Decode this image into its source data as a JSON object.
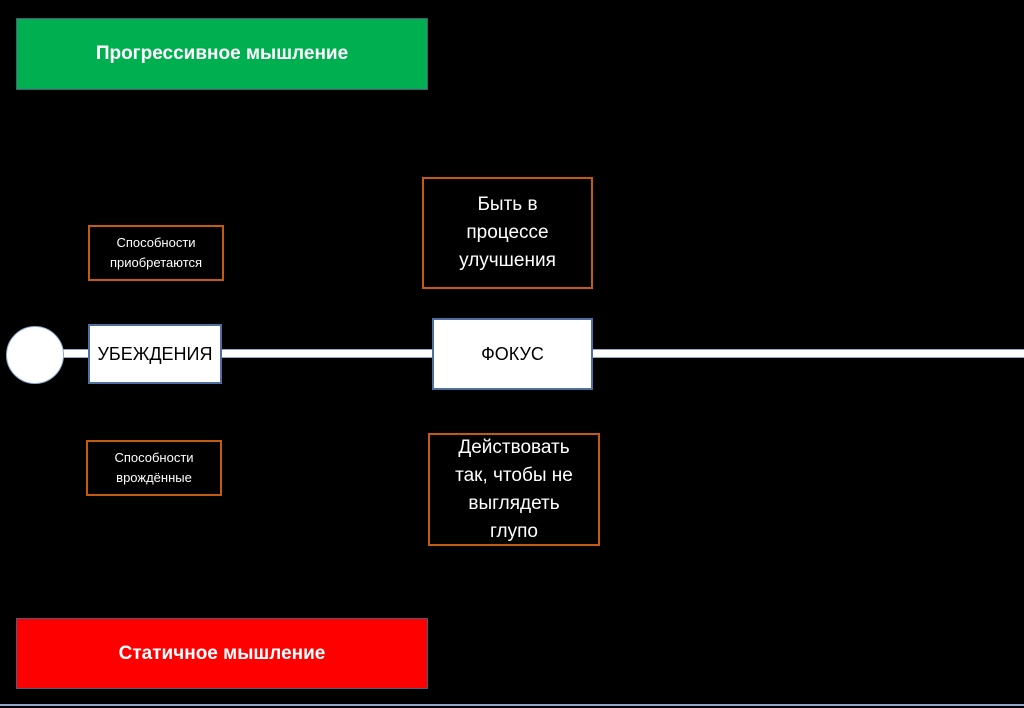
{
  "top_banner": {
    "label": "Прогрессивное мышление",
    "color": "#00b050"
  },
  "bottom_banner": {
    "label": "Статичное мышление",
    "color": "#ff0000"
  },
  "timeline": {
    "beliefs": "УБЕЖДЕНИЯ",
    "focus": "ФОКУС"
  },
  "notes": {
    "abilities_acquired": "Способности приобретаются",
    "abilities_innate": "Способности врождённые",
    "be_improving": "Быть в процессе улучшения",
    "not_look_stupid": "Действовать так, чтобы не выглядеть глупо"
  },
  "colors": {
    "note_border": "#c55a11",
    "node_border": "#4f6fa0"
  }
}
